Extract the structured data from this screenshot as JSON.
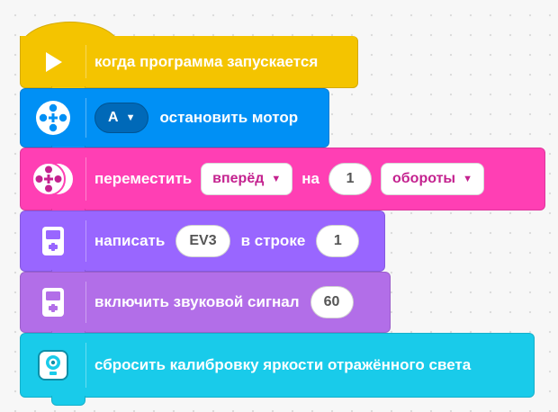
{
  "colors": {
    "events": "#f4c400",
    "motor": "#0090f5",
    "move": "#ff3fb4",
    "display": "#9966ff",
    "sound": "#b26ee8",
    "sensor": "#19cbea"
  },
  "blocks": [
    {
      "id": "when-program-starts",
      "icon": "play-icon",
      "label": "когда программа запускается"
    },
    {
      "id": "stop-motor",
      "icon": "motor-icon",
      "port": "A",
      "label": "остановить мотор"
    },
    {
      "id": "move",
      "icon": "move-icon",
      "label": "переместить",
      "direction": "вперёд",
      "label2": "на",
      "amount": "1",
      "unit": "обороты"
    },
    {
      "id": "write-text",
      "icon": "ev3-screen-icon",
      "label": "написать",
      "text": "EV3",
      "label2": "в строке",
      "row": "1"
    },
    {
      "id": "beep",
      "icon": "ev3-screen-icon",
      "label": "включить звуковой сигнал",
      "value": "60"
    },
    {
      "id": "reset-calibration",
      "icon": "color-sensor-icon",
      "label": "сбросить калибровку яркости отражённого света"
    }
  ]
}
